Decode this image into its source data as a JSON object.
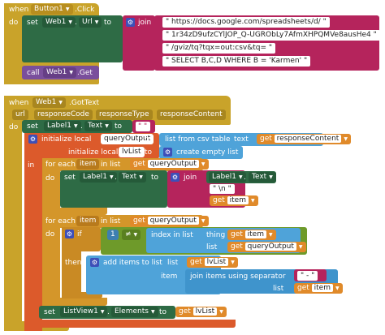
{
  "b1": {
    "when": "when",
    "comp": "Button1",
    "event": ".Click",
    "do": "do",
    "set": "set",
    "web": "Web1",
    "prop": "Url",
    "to": "to",
    "join": "join",
    "url1": "https://docs.google.com/spreadsheets/d/",
    "url2": "1r34zD9ufzCYlJOP_Q-UGRObLy7AfmXHPQMVe8ausHe4",
    "url3": "/gviz/tq?tqx=out:csv&tq=",
    "url4": "SELECT B,C,D WHERE B = 'Karmen'",
    "call": "call",
    "get": ".Get"
  },
  "b2": {
    "when": "when",
    "comp": "Web1",
    "event": ".GotText",
    "p_url": "url",
    "p_rc": "responseCode",
    "p_rt": "responseType",
    "p_rcont": "responseContent",
    "do": "do",
    "set": "set",
    "label": "Label1",
    "text_prop": "Text",
    "to": "to",
    "init": "initialize local",
    "var1": "queryOutput",
    "to2": "to",
    "csv": "list from csv table",
    "csv_text": "text",
    "get": "get",
    "resp": "responseContent",
    "init2": "initialize local",
    "var2": "lvList",
    "to3": "to",
    "empty": "create empty list",
    "in": "in",
    "foreach": "for each",
    "item": "item",
    "inlist": "in list",
    "qo": "queryOutput",
    "do2": "do",
    "set2": "set",
    "label2": "Label1",
    "text2": "Text",
    "to4": "to",
    "join": "join",
    "lbltext_a": "Label1",
    "lbltext_b": "Text",
    "nl": "\\n",
    "get_item": "item",
    "foreach2": "for each",
    "item2": "item",
    "inlist2": "in list",
    "qo2": "queryOutput",
    "do3": "do",
    "if": "if",
    "num": "1",
    "ne": "≠",
    "index": "index in list",
    "thing": "thing",
    "item3": "item",
    "list_lbl": "list",
    "qo3": "queryOutput",
    "then": "then",
    "add": "add items to list",
    "list2": "list",
    "lv": "lvList",
    "item_lbl": "item",
    "joinsep": "join items using separator",
    "sep": "-",
    "list3": "list",
    "item4": "item",
    "set3": "set",
    "lv1": "ListView1",
    "elements": "Elements",
    "to5": "to",
    "lv2": "lvList"
  }
}
